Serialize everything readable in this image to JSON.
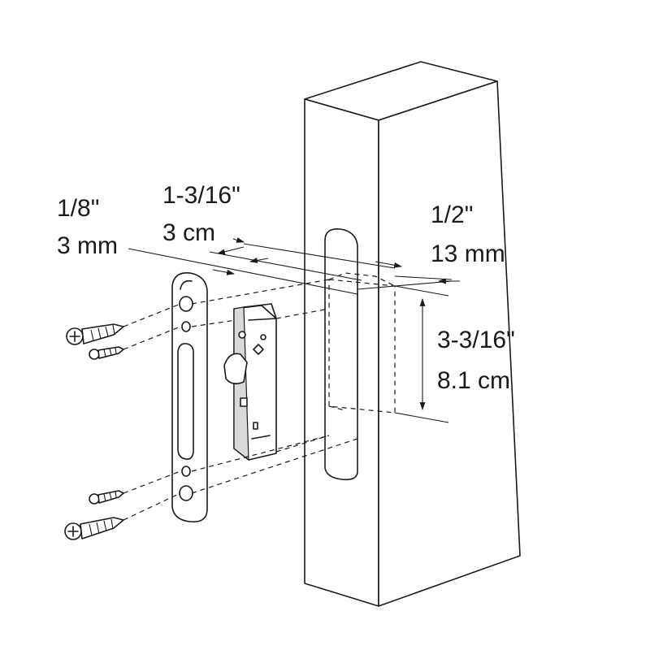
{
  "dimensions": {
    "faceplate_thickness": {
      "imperial": "1/8\"",
      "metric": "3 mm"
    },
    "lock_body_width": {
      "imperial": "1-3/16\"",
      "metric": "3 cm"
    },
    "pocket_setback": {
      "imperial": "1/2\"",
      "metric": "13 mm"
    },
    "lock_body_height": {
      "imperial": "3-3/16\"",
      "metric": "8.1 cm"
    }
  },
  "colors": {
    "line": "#1a1a1a",
    "background": "#ffffff",
    "shade": "#d9d9d9"
  }
}
